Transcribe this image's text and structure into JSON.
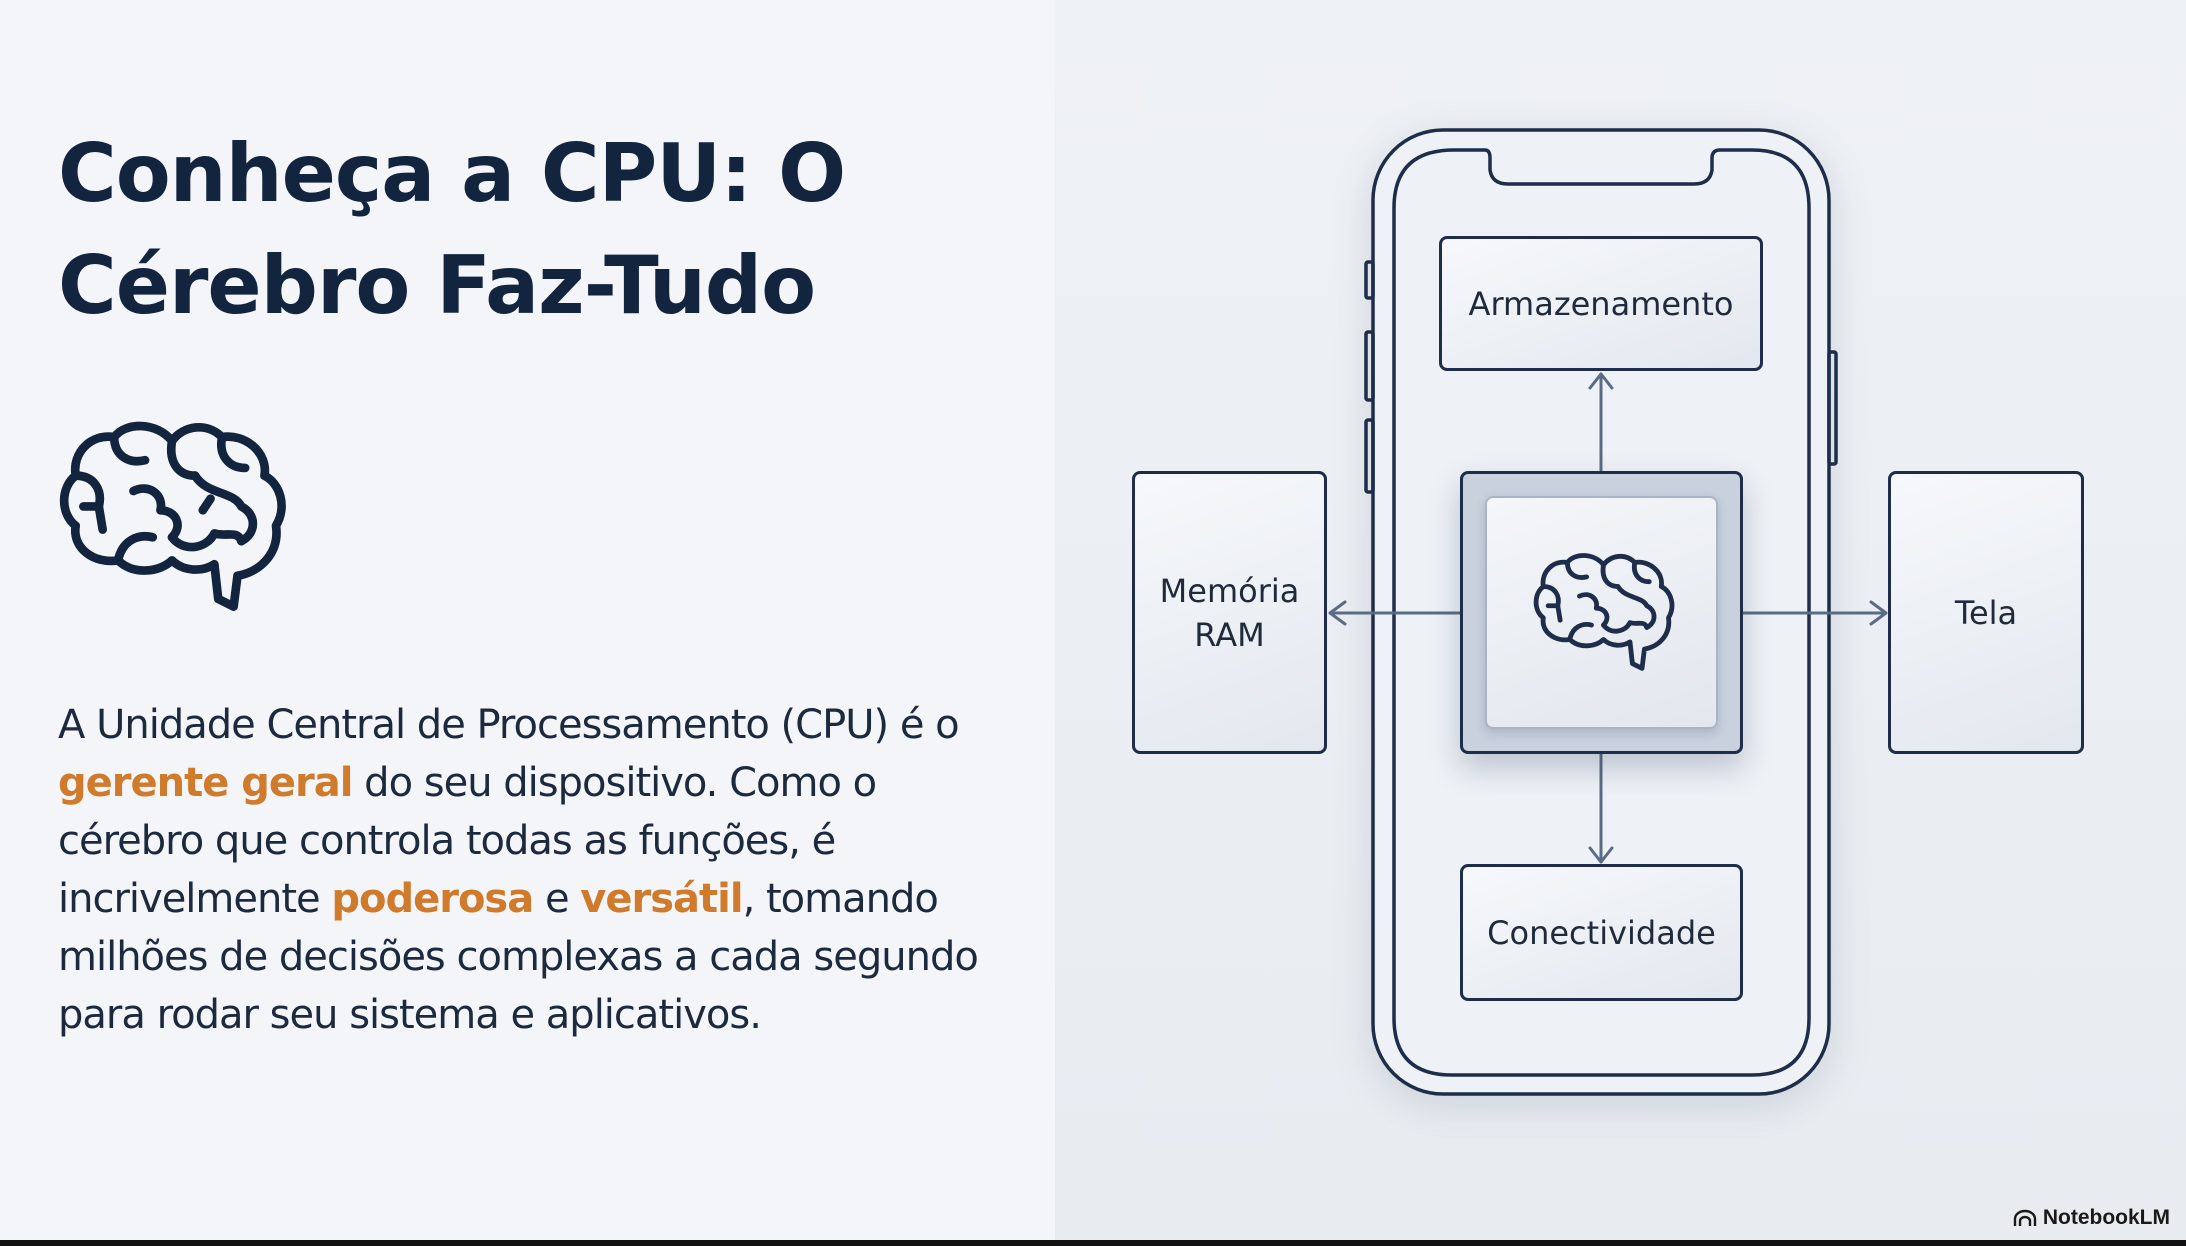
{
  "slide": {
    "title": "Conheça a CPU: O Cérebro Faz-Tudo",
    "paragraph": [
      {
        "text": "A Unidade Central de Processamento (CPU) é o ",
        "highlight": false
      },
      {
        "text": "gerente geral",
        "highlight": true
      },
      {
        "text": " do seu dispositivo. Como o cérebro que controla todas as funções, é incrivelmente ",
        "highlight": false
      },
      {
        "text": "poderosa",
        "highlight": true
      },
      {
        "text": " e ",
        "highlight": false
      },
      {
        "text": "versátil",
        "highlight": true
      },
      {
        "text": ", tomando milhões de decisões complexas a cada segundo para rodar seu sistema e aplicativos.",
        "highlight": false
      }
    ],
    "icon": "brain-icon"
  },
  "diagram": {
    "top": "Armazenamento",
    "left_line1": "Memória",
    "left_line2": "RAM",
    "right": "Tela",
    "bottom": "Conectividade",
    "center_icon": "brain-icon"
  },
  "brand": {
    "label": "NotebookLM",
    "icon": "notebooklm-logo-icon"
  },
  "colors": {
    "title": "#13243f",
    "highlight": "#d07a2c",
    "stroke": "#1e2d4a",
    "arrow": "#5b6b85"
  }
}
